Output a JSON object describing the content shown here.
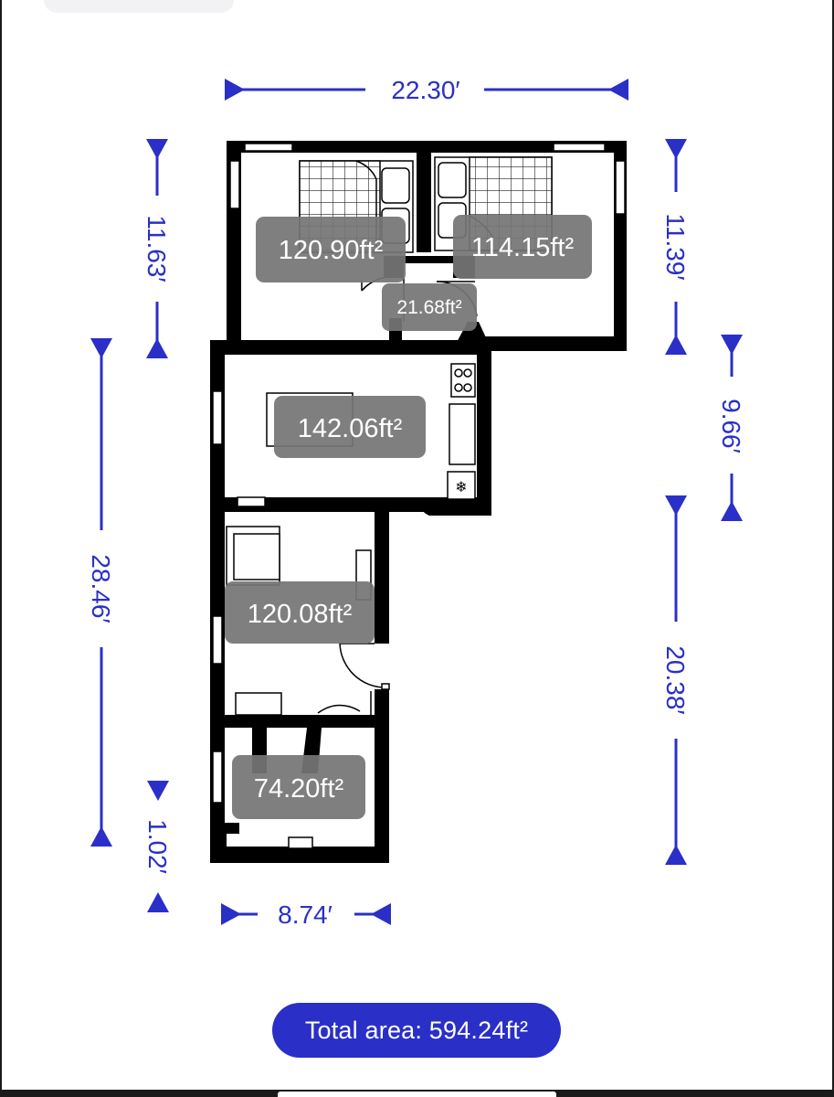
{
  "dimensions": {
    "overall_width": "22.30′",
    "upper_left_height": "11.63′",
    "upper_right_height": "11.39′",
    "kitchen_height": "9.66′",
    "lower_right_height": "20.38′",
    "left_total_height": "28.46′",
    "small_offset": "1.02′",
    "bottom_width": "8.74′"
  },
  "rooms": {
    "bedroom_left_area": "120.90ft²",
    "bedroom_right_area": "114.15ft²",
    "hallway_area": "21.68ft²",
    "kitchen_area": "142.06ft²",
    "living_room_area": "120.08ft²",
    "bathroom_area": "74.20ft²"
  },
  "footer": {
    "total_area_label": "Total area: 594.24ft²"
  },
  "colors": {
    "accent": "#2a2fc8",
    "wall": "#000000",
    "label_bg": "#757575"
  }
}
